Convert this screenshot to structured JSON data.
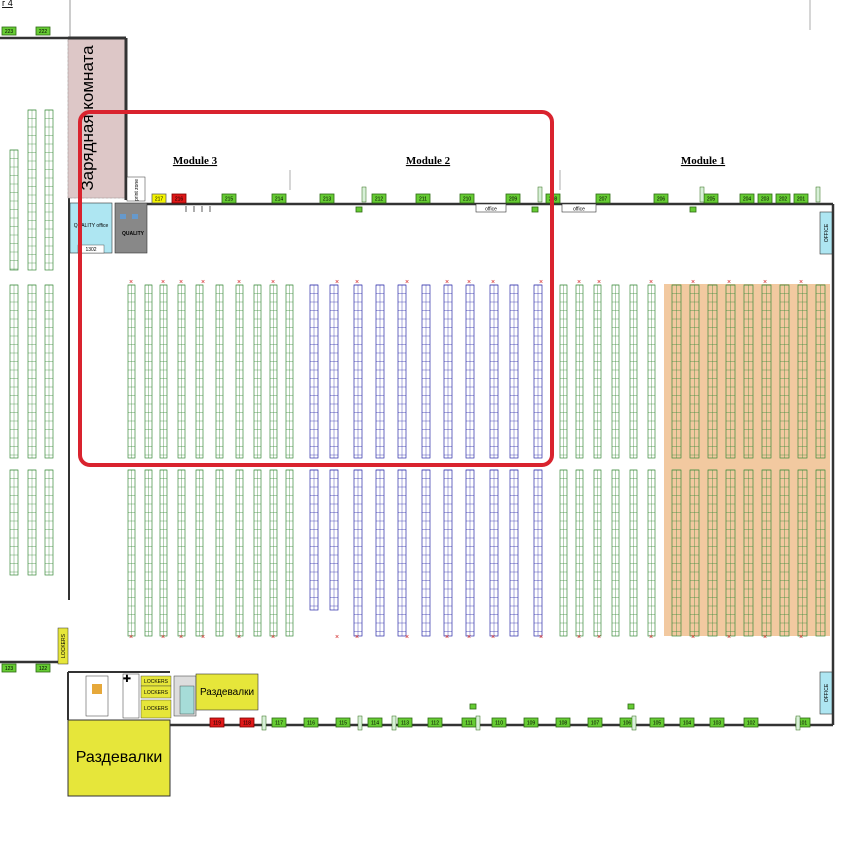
{
  "header": {
    "corner_text": "г 4"
  },
  "rooms": {
    "charging_room": "Зарядная комната",
    "quality_office": "QUALITY office",
    "quality": "QUALITY",
    "quality_code": "1302",
    "print_zone": "print zone",
    "office_right_top": "OFFICE",
    "office_right_bottom": "OFFICE",
    "lockers_side": "LOCKERS",
    "changing_small": "Раздевалки",
    "changing_big": "Раздевалки",
    "lockers": [
      "LOCKERS",
      "LOCKERS",
      "LOCKERS"
    ],
    "office_labels": [
      "office",
      "office"
    ]
  },
  "modules": [
    {
      "name": "Module 3"
    },
    {
      "name": "Module 2"
    },
    {
      "name": "Module 1"
    }
  ],
  "gates_top": [
    "217",
    "216",
    "215",
    "214",
    "213",
    "212",
    "211",
    "210",
    "209",
    "208",
    "207",
    "206",
    "205",
    "204",
    "203",
    "202",
    "201"
  ],
  "gates_bottom": [
    "119",
    "118",
    "117",
    "116",
    "115",
    "114",
    "113",
    "112",
    "111",
    "110",
    "109",
    "108",
    "107",
    "106",
    "105",
    "104",
    "103",
    "102",
    "101"
  ],
  "gates_left": [
    "223",
    "222",
    "123",
    "122"
  ],
  "highlight_color": "#d9232e",
  "colors": {
    "green_rack": "#3a8a3a",
    "blue_rack": "#2a2aa8",
    "orange_zone": "#f2c9a0",
    "gate_green": "#66cc33",
    "gate_red": "#e01818",
    "yellow_room": "#e6e63a"
  }
}
